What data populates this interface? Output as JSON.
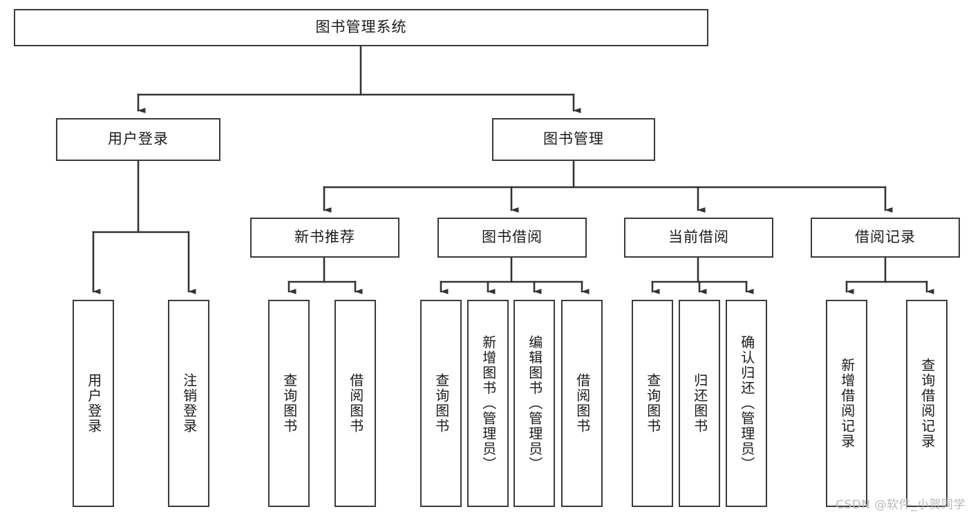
{
  "diagram": {
    "type": "tree",
    "title": "图书管理系统",
    "watermark": "CSDN @软件_小贺同学",
    "colors": {
      "box_border": "#3a3a3a",
      "box_fill": "#ffffff",
      "line": "#333333",
      "text": "#1b1b1b",
      "watermark": "#b9b9b9"
    },
    "root": {
      "label": "图书管理系统"
    },
    "level2": [
      {
        "label": "用户登录"
      },
      {
        "label": "图书管理"
      }
    ],
    "level3": [
      {
        "label": "新书推荐"
      },
      {
        "label": "图书借阅"
      },
      {
        "label": "当前借阅"
      },
      {
        "label": "借阅记录"
      }
    ],
    "leaves": {
      "user_login": [
        {
          "label": "用户登录"
        },
        {
          "label": "注销登录"
        }
      ],
      "new_book": [
        {
          "label": "查询图书"
        },
        {
          "label": "借阅图书"
        }
      ],
      "book_borrow": [
        {
          "label": "查询图书"
        },
        {
          "label": "新增图书（管理员）"
        },
        {
          "label": "编辑图书（管理员）"
        },
        {
          "label": "借阅图书"
        }
      ],
      "current_borrow": [
        {
          "label": "查询图书"
        },
        {
          "label": "归还图书"
        },
        {
          "label": "确认归还（管理员）"
        }
      ],
      "borrow_record": [
        {
          "label": "新增借阅记录"
        },
        {
          "label": "查询借阅记录"
        }
      ]
    }
  }
}
